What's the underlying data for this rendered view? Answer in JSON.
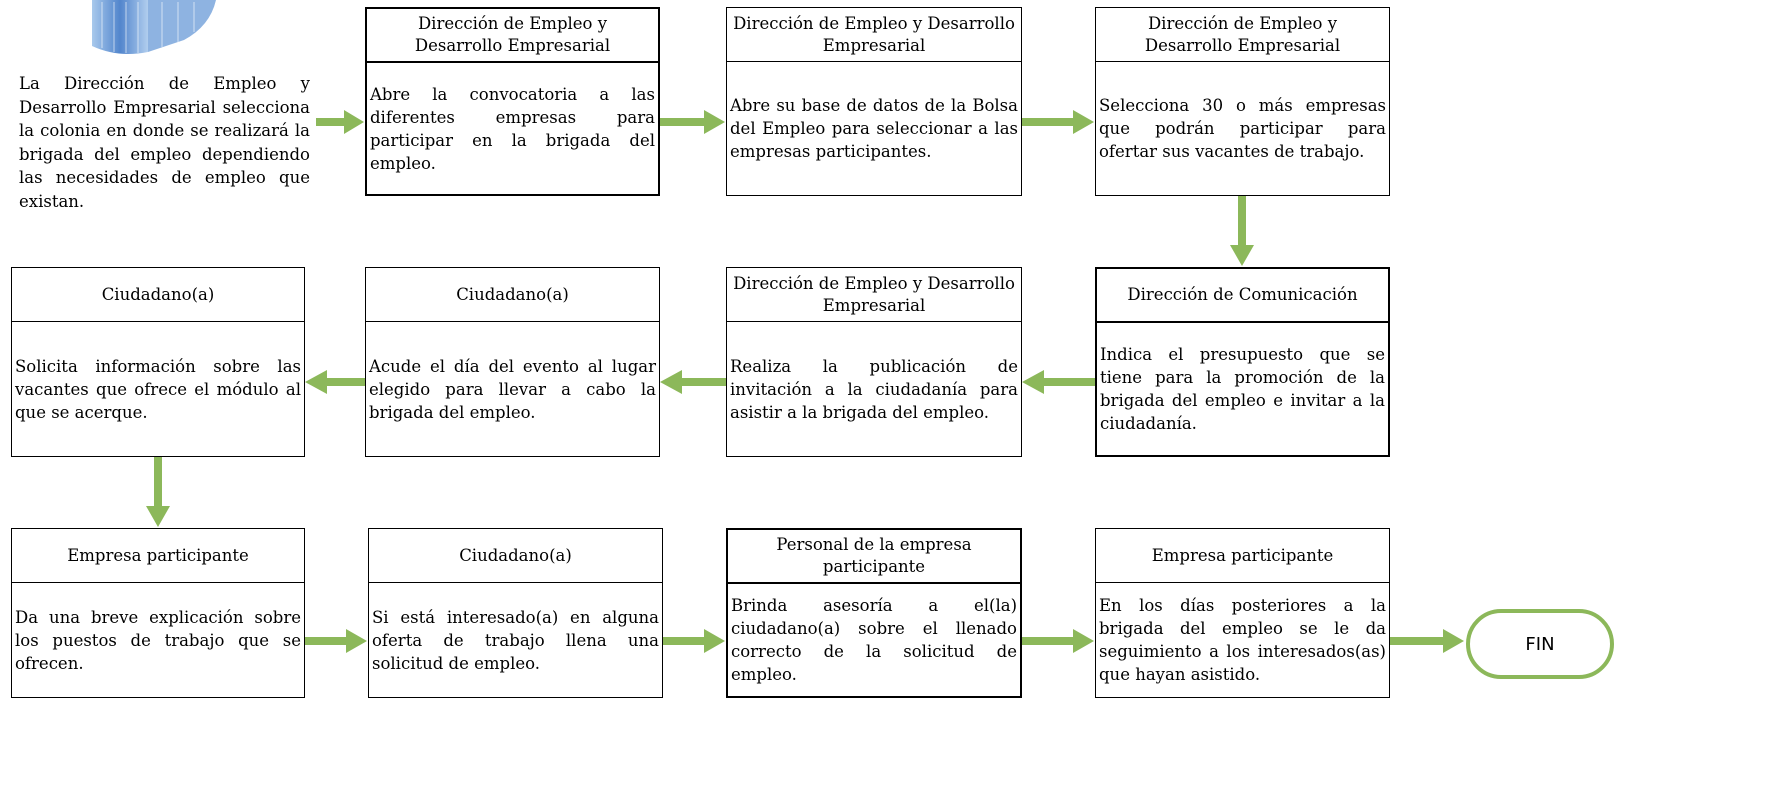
{
  "intro_text": "La Dirección de Empleo y Desarrollo Empresarial selecciona la colonia en donde se realizará la brigada del empleo dependiendo las necesidades de empleo que existan.",
  "steps": [
    {
      "actor": "Dirección de Empleo y Desarrollo Empresarial",
      "text": "Abre la convocatoria a las diferentes empresas para participar en la brigada del empleo."
    },
    {
      "actor": "Dirección de Empleo y Desarrollo Empresarial",
      "text": "Abre su base de datos de la Bolsa del Empleo para seleccionar a las empresas participantes."
    },
    {
      "actor": "Dirección de Empleo y Desarrollo Empresarial",
      "text": "Selecciona 30 o más empresas que podrán participar para ofertar sus vacantes de trabajo."
    },
    {
      "actor": "Dirección de Comunicación",
      "text": "Indica el presupuesto que se tiene para la promoción de la brigada del empleo e invitar a la ciudadanía."
    },
    {
      "actor": "Dirección de Empleo y Desarrollo Empresarial",
      "text": "Realiza la publicación de invitación a la ciudadanía para asistir a la brigada del empleo."
    },
    {
      "actor": "Ciudadano(a)",
      "text": "Acude el día del evento al lugar elegido para llevar a cabo la brigada del empleo."
    },
    {
      "actor": "Ciudadano(a)",
      "text": "Solicita información sobre las vacantes que ofrece el módulo al que se acerque."
    },
    {
      "actor": "Empresa participante",
      "text": "Da una breve explicación sobre los puestos de trabajo que se ofrecen."
    },
    {
      "actor": "Ciudadano(a)",
      "text": "Si está interesado(a) en alguna oferta de trabajo llena una solicitud de empleo."
    },
    {
      "actor": "Personal de la empresa participante",
      "text": "Brinda asesoría a el(la) ciudadano(a) sobre el llenado correcto de la solicitud de empleo."
    },
    {
      "actor": "Empresa participante",
      "text": "En los días posteriores a la brigada del empleo se le da seguimiento a los interesados(as) que hayan asistido."
    }
  ],
  "end_label": "FIN",
  "colors": {
    "arrow": "#8cb85a",
    "border": "#000000"
  }
}
